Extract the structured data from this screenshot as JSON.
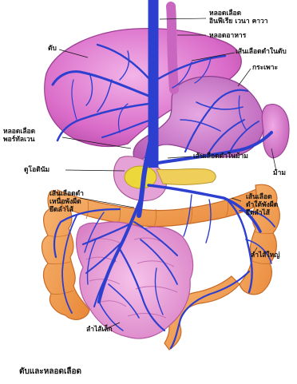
{
  "labels": {
    "ivc": "หลอดเลือด\nอินฟีเรีย เวนา คาวา",
    "esophagus": "หลอดอาหาร",
    "liver": "ตับ",
    "hepatic_vein": "เส้นเลือดดำในตับ",
    "stomach": "กระเพาะ",
    "portal_vein": "หลอดเลือด\nพอร์ทัลเวน",
    "splenic_vein": "เส้นเลือดดำในม้าม",
    "spleen": "ม้าม",
    "duodenum": "ดูโอดินัม",
    "sup_mesenteric_vein": "เส้นเลือดดำ\nเหนือพังผืด\nยึดลำไส้",
    "inf_mesenteric_vein": "เส้นเลือด\nดำใต้พังผืด\nยึดลำไส้",
    "large_intestine": "ลำไส้ใหญ่",
    "small_intestine": "ลำไส้เล็ก"
  },
  "caption": "ตับและหลอดเลือด",
  "colors": {
    "liver": "#d76bc8",
    "stomach": "#c979c8",
    "intestine_small": "#e79ad7",
    "intestine_large": "#f2a05a",
    "vein": "#2d3fcf",
    "gallbladder": "#e9d534"
  }
}
